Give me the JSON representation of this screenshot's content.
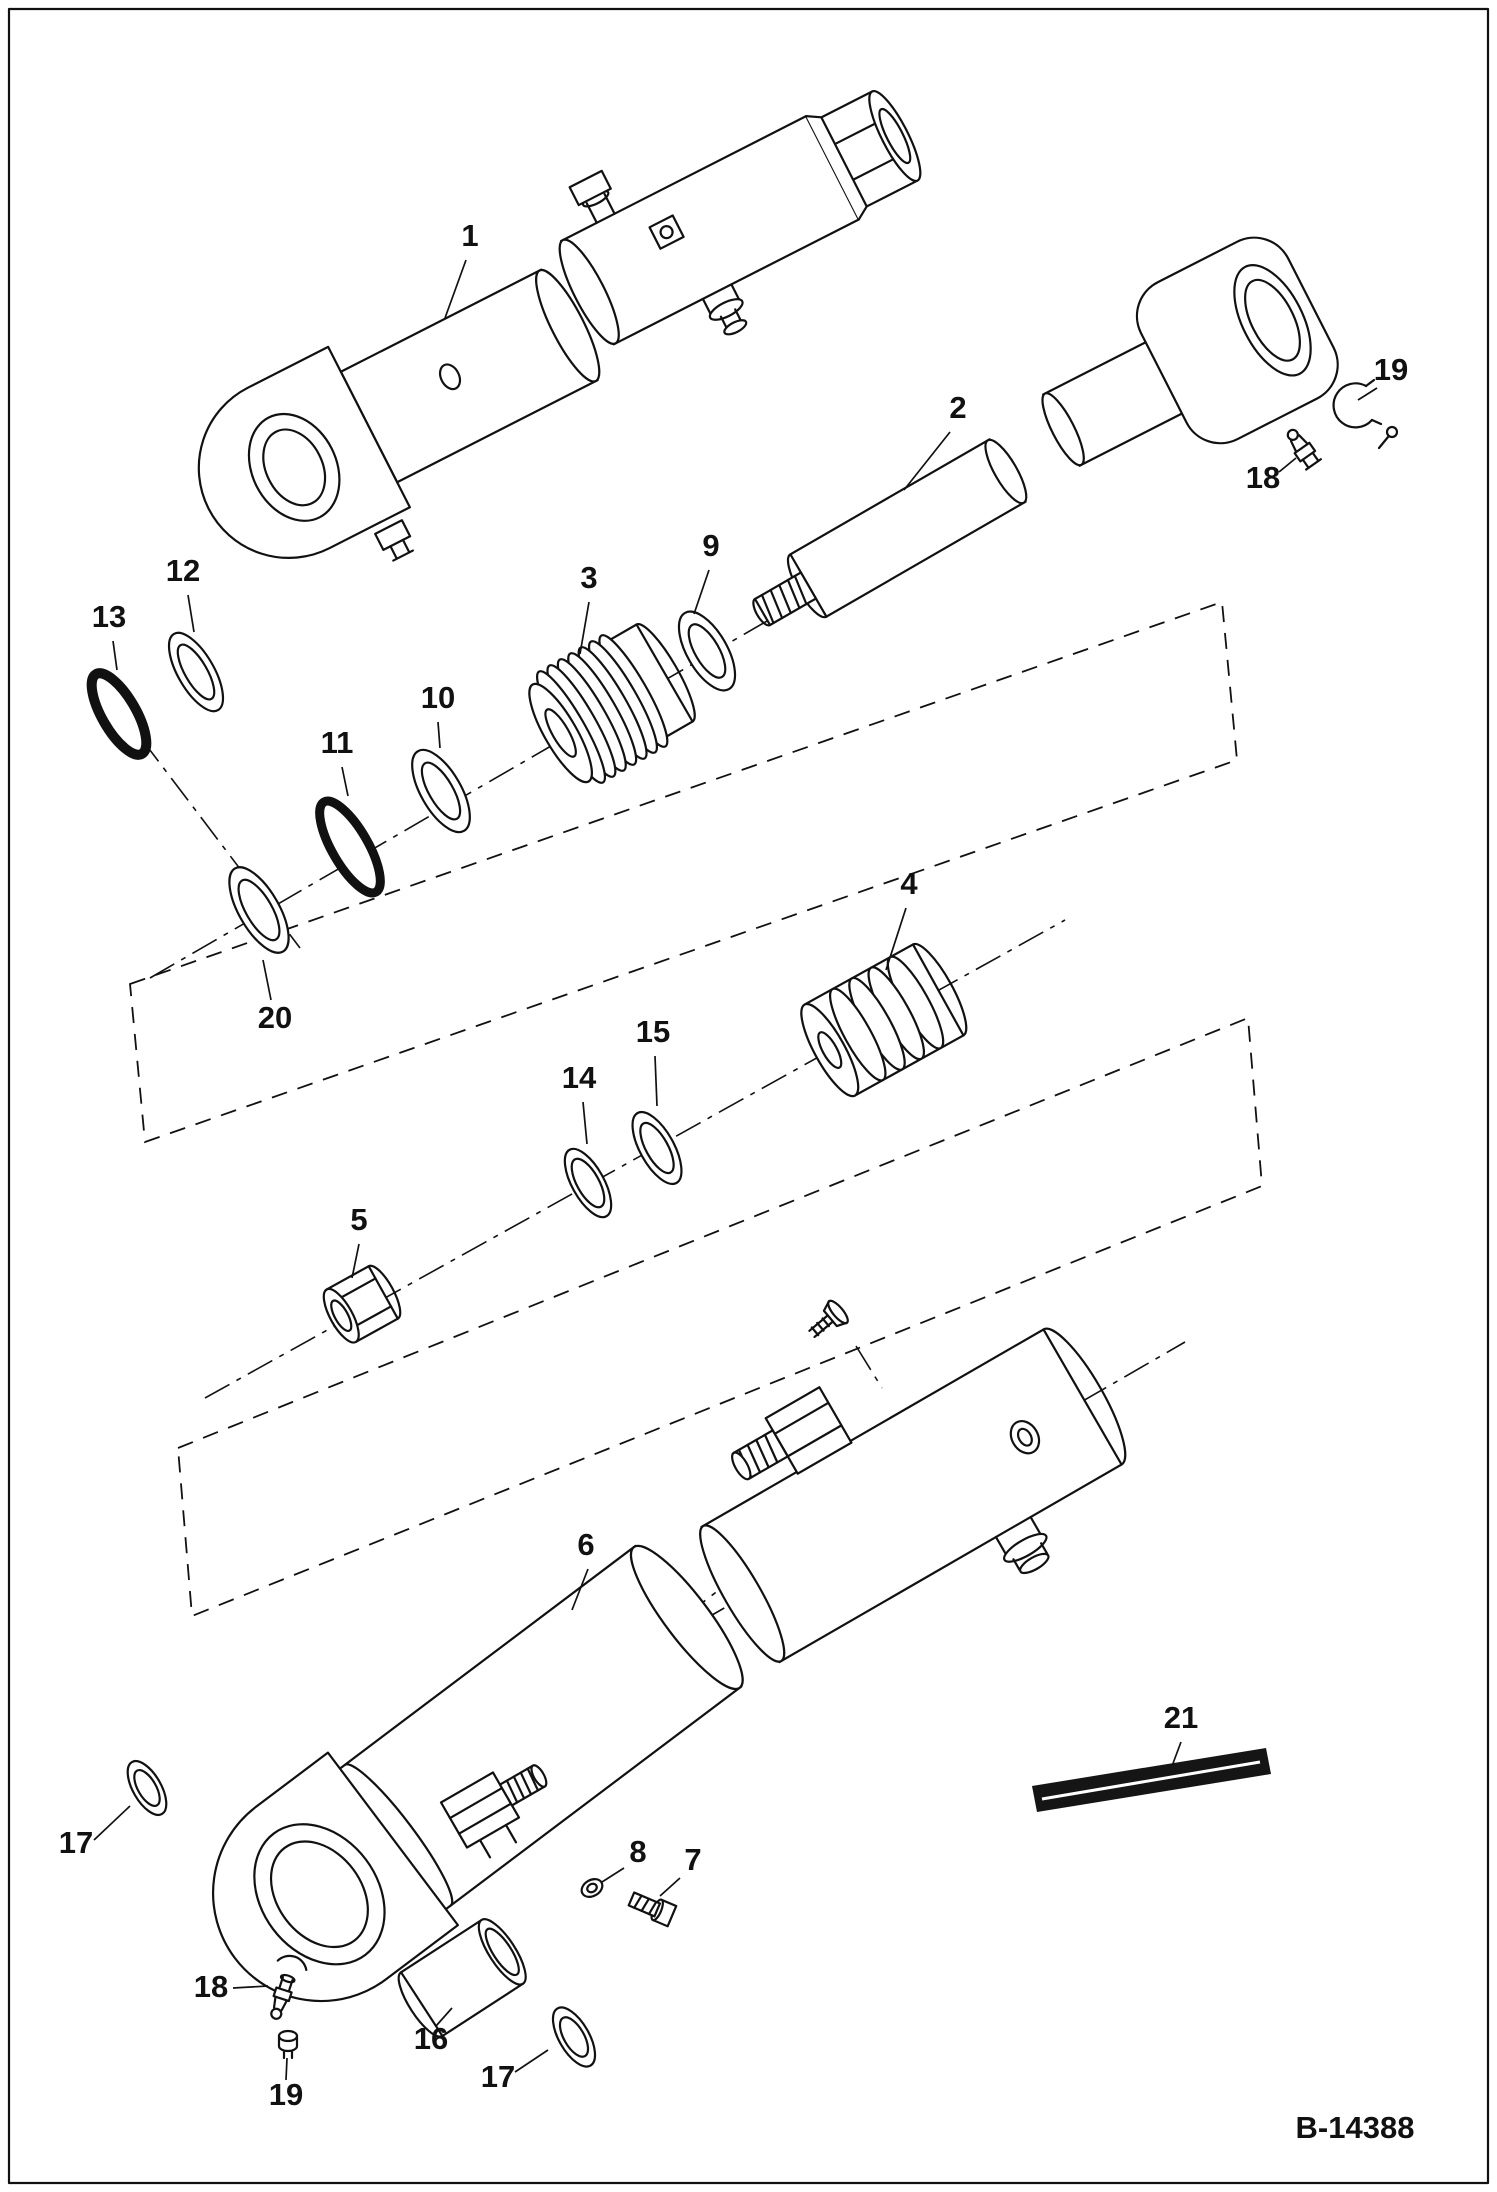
{
  "colors": {
    "ink": "#111111",
    "paper": "#ffffff"
  },
  "figure": {
    "id": "B-14388"
  },
  "callouts": [
    {
      "label": "1"
    },
    {
      "label": "2"
    },
    {
      "label": "3"
    },
    {
      "label": "9"
    },
    {
      "label": "12"
    },
    {
      "label": "13"
    },
    {
      "label": "10"
    },
    {
      "label": "11"
    },
    {
      "label": "20"
    },
    {
      "label": "4"
    },
    {
      "label": "15"
    },
    {
      "label": "14"
    },
    {
      "label": "5"
    },
    {
      "label": "6"
    },
    {
      "label": "21"
    },
    {
      "label": "17"
    },
    {
      "label": "8"
    },
    {
      "label": "7"
    },
    {
      "label": "18"
    },
    {
      "label": "16"
    },
    {
      "label": "17"
    },
    {
      "label": "19"
    },
    {
      "label": "18"
    },
    {
      "label": "19"
    }
  ]
}
